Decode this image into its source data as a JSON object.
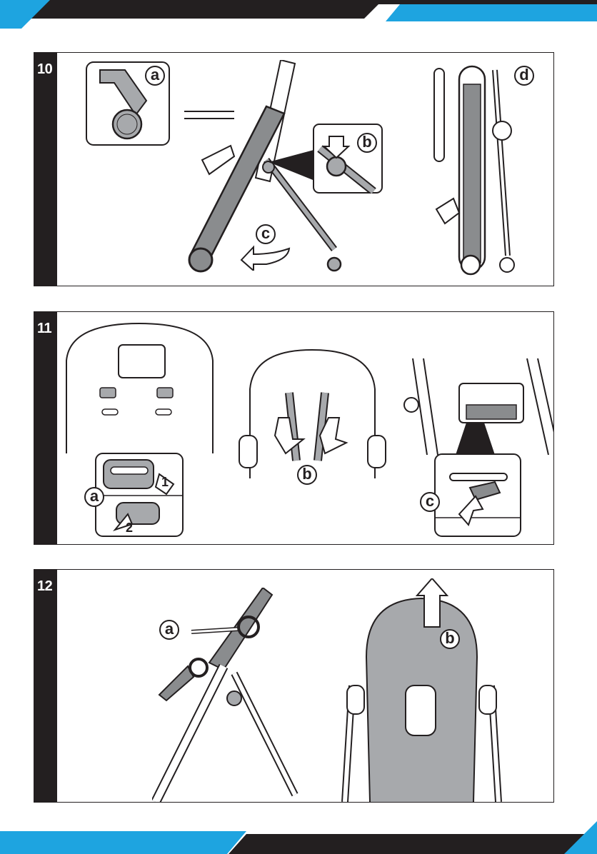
{
  "colors": {
    "ink": "#231f20",
    "accent_blue": "#1ea4e0",
    "fabric_grey": "#a7a9ac",
    "frame_grey": "#8a8c8e",
    "paper": "#ffffff"
  },
  "steps": [
    {
      "number": "10",
      "callouts": {
        "a": "a",
        "b": "b",
        "c": "c",
        "d": "d"
      }
    },
    {
      "number": "11",
      "callouts": {
        "a": "a",
        "b": "b",
        "c": "c",
        "n1": "1",
        "n2": "2"
      }
    },
    {
      "number": "12",
      "callouts": {
        "a": "a",
        "b": "b"
      }
    }
  ],
  "icons": [
    "chair-fold-illustration",
    "harness-removal-illustration",
    "seat-cover-removal-illustration",
    "arrow-down-icon",
    "arrow-up-icon",
    "rotate-arrow-icon"
  ]
}
